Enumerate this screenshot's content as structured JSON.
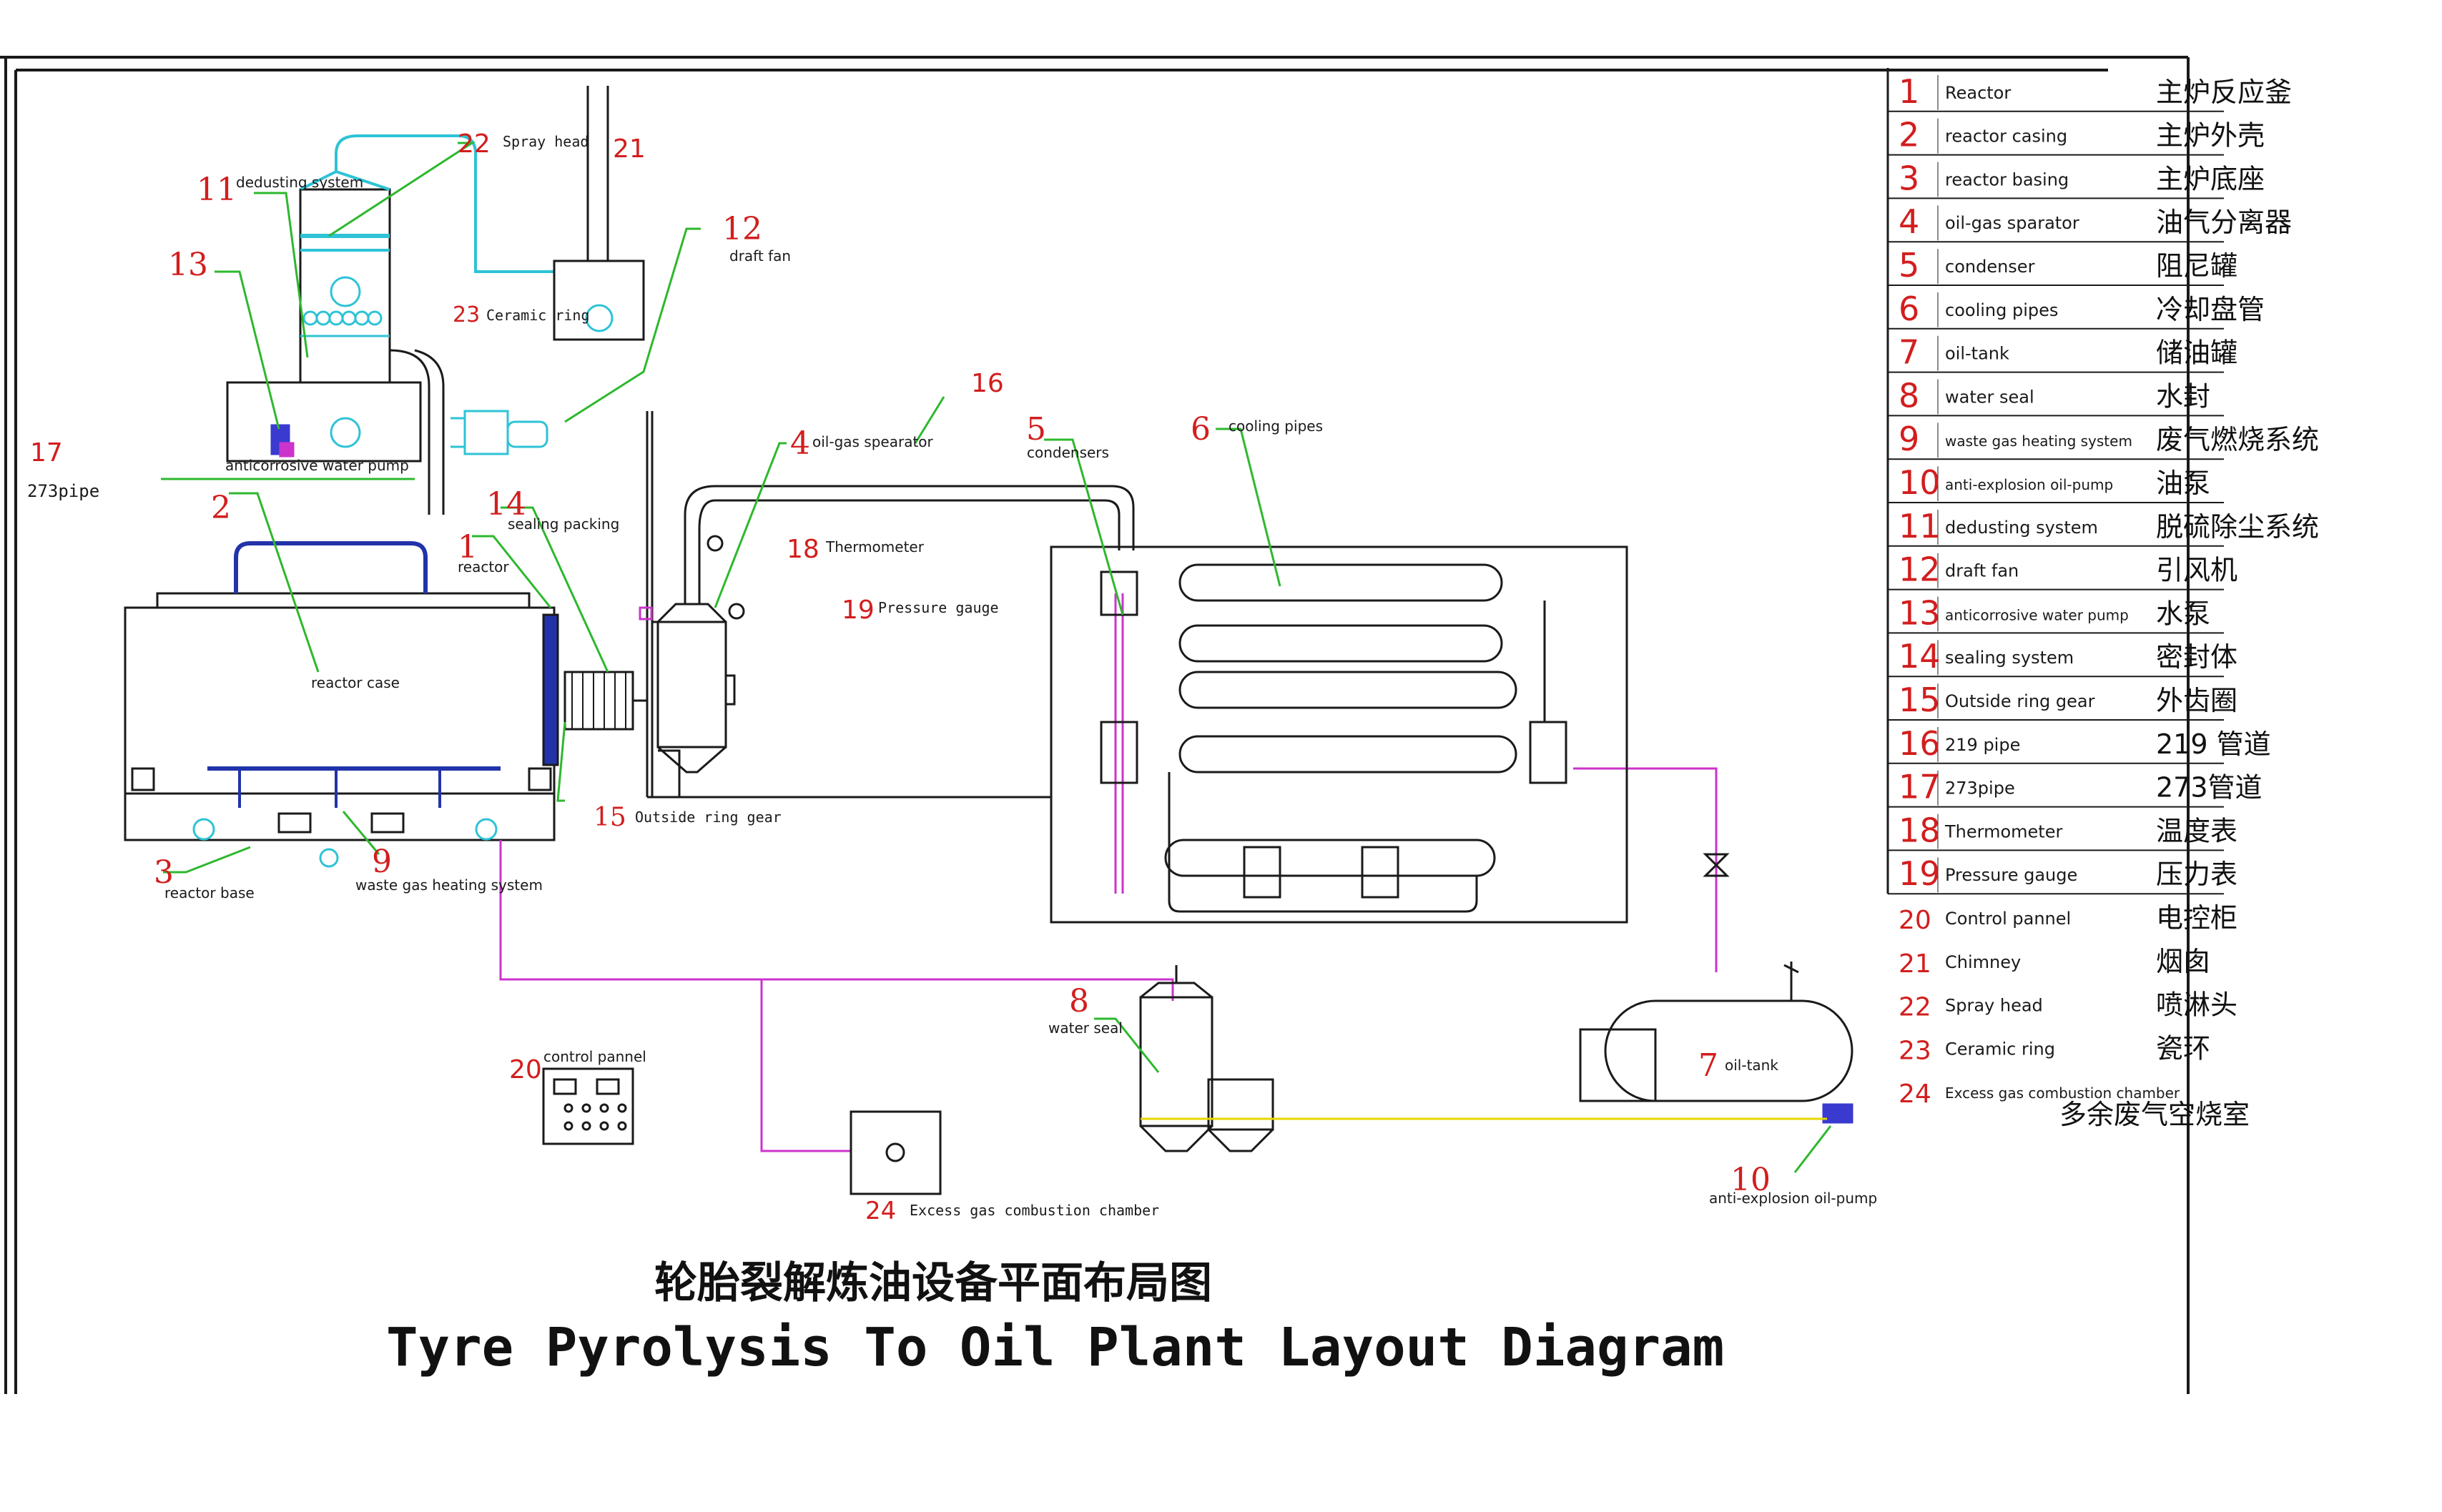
{
  "title_cn": "轮胎裂解炼油设备平面布局图",
  "title_en": "Tyre Pyrolysis To Oil Plant Layout Diagram",
  "colors": {
    "line": "#1a1a1a",
    "number": "#d21e1e",
    "leader": "#2db82d",
    "cyan": "#2ec3d6",
    "pipe_blue": "#2233aa",
    "magenta": "#cc33cc",
    "oil_yellow": "#e6d600"
  },
  "legend": [
    {
      "num": "1",
      "en": "Reactor",
      "cn": "主炉反应釜"
    },
    {
      "num": "2",
      "en": "reactor casing",
      "cn": "主炉外壳"
    },
    {
      "num": "3",
      "en": "reactor basing",
      "cn": "主炉底座"
    },
    {
      "num": "4",
      "en": "oil-gas sparator",
      "cn": "油气分离器"
    },
    {
      "num": "5",
      "en": "condenser",
      "cn": "阻尼罐"
    },
    {
      "num": "6",
      "en": "cooling pipes",
      "cn": "冷却盘管"
    },
    {
      "num": "7",
      "en": "oil-tank",
      "cn": "储油罐"
    },
    {
      "num": "8",
      "en": "water seal",
      "cn": "水封"
    },
    {
      "num": "9",
      "en": "waste gas heating system",
      "cn": "废气燃烧系统"
    },
    {
      "num": "10",
      "en": "anti-explosion oil-pump",
      "cn": "油泵"
    },
    {
      "num": "11",
      "en": "dedusting system",
      "cn": "脱硫除尘系统"
    },
    {
      "num": "12",
      "en": "draft fan",
      "cn": "引风机"
    },
    {
      "num": "13",
      "en": "anticorrosive water pump",
      "cn": "水泵"
    },
    {
      "num": "14",
      "en": "sealing system",
      "cn": "密封体"
    },
    {
      "num": "15",
      "en": "Outside ring gear",
      "cn": "外齿圈"
    },
    {
      "num": "16",
      "en": "219 pipe",
      "cn": "219 管道"
    },
    {
      "num": "17",
      "en": "273pipe",
      "cn": "273管道"
    },
    {
      "num": "18",
      "en": "Thermometer",
      "cn": "温度表"
    },
    {
      "num": "19",
      "en": "Pressure gauge",
      "cn": "压力表"
    },
    {
      "num": "20",
      "en": "Control pannel",
      "cn": "电控柜"
    },
    {
      "num": "21",
      "en": "Chimney",
      "cn": "烟囱"
    },
    {
      "num": "22",
      "en": "Spray head",
      "cn": "喷淋头"
    },
    {
      "num": "23",
      "en": "Ceramic ring",
      "cn": "瓷环"
    },
    {
      "num": "24",
      "en": "Excess gas combustion chamber",
      "cn": "多余废气空烧室"
    }
  ],
  "callouts": [
    {
      "num": "1",
      "label": "reactor"
    },
    {
      "num": "2",
      "label": "reactor case"
    },
    {
      "num": "3",
      "label": "reactor base"
    },
    {
      "num": "4",
      "label": "oil-gas spearator"
    },
    {
      "num": "5",
      "label": "condensers"
    },
    {
      "num": "6",
      "label": "cooling pipes"
    },
    {
      "num": "7",
      "label": "oil-tank"
    },
    {
      "num": "8",
      "label": "water seal"
    },
    {
      "num": "9",
      "label": "waste gas heating system"
    },
    {
      "num": "10",
      "label": "anti-explosion oil-pump"
    },
    {
      "num": "11",
      "label": "dedusting system"
    },
    {
      "num": "12",
      "label": "draft fan"
    },
    {
      "num": "13",
      "label": "anticorrosive water pump"
    },
    {
      "num": "14",
      "label": "sealing packing"
    },
    {
      "num": "15",
      "label": "Outside  ring gear"
    },
    {
      "num": "16",
      "label": ""
    },
    {
      "num": "17",
      "label": "273pipe"
    },
    {
      "num": "18",
      "label": "Thermometer"
    },
    {
      "num": "19",
      "label": "Pressure gauge"
    },
    {
      "num": "20",
      "label": "control pannel"
    },
    {
      "num": "21",
      "label": ""
    },
    {
      "num": "22",
      "label": "Spray head"
    },
    {
      "num": "23",
      "label": "Ceramic ring"
    },
    {
      "num": "24",
      "label": "Excess gas combustion chamber"
    }
  ]
}
